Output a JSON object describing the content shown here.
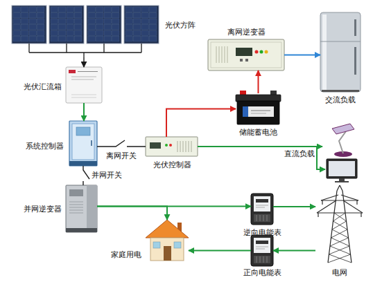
{
  "diagram": {
    "nodes": [
      {
        "text": [
          "光伏方阵"
        ]
      },
      {
        "text": [
          "光伏汇流箱"
        ]
      },
      {
        "text": [
          "系统控制器"
        ]
      },
      {
        "text": [
          "光伏控制器"
        ]
      },
      {
        "text": [
          "离网逆变器"
        ]
      },
      {
        "text": [
          "储能蓄电池"
        ]
      },
      {
        "text": [
          "交流负载"
        ]
      },
      {
        "text": [
          "直流负载"
        ]
      },
      {
        "text": [
          "并网逆变器"
        ]
      },
      {
        "text": [
          "家庭用电"
        ]
      },
      {
        "text": [
          "逆向电能表"
        ]
      },
      {
        "text": [
          "正向电能表"
        ]
      },
      {
        "text": [
          "电网"
        ]
      }
    ],
    "edges": [
      {
        "from": 0,
        "to": 1,
        "arrow": "to"
      },
      {
        "from": 1,
        "to": 2,
        "arrow": "to"
      },
      {
        "from": 2,
        "to": 3,
        "label": "离网开关",
        "arrow": "none"
      },
      {
        "from": 2,
        "to": 8,
        "label": "并网开关",
        "arrow": "none"
      },
      {
        "from": 3,
        "to": 5,
        "arrow": "to"
      },
      {
        "from": 5,
        "to": 4,
        "arrow": "to"
      },
      {
        "from": 4,
        "to": 6,
        "arrow": "to"
      },
      {
        "from": 3,
        "to": 7,
        "arrow": "to"
      },
      {
        "from": 8,
        "to": 9,
        "arrow": "to"
      },
      {
        "from": 8,
        "to": 10,
        "arrow": "to"
      },
      {
        "from": 10,
        "to": 12,
        "arrow": "to"
      },
      {
        "from": 12,
        "to": 11,
        "arrow": "to"
      },
      {
        "from": 11,
        "to": 9,
        "arrow": "to"
      }
    ]
  }
}
